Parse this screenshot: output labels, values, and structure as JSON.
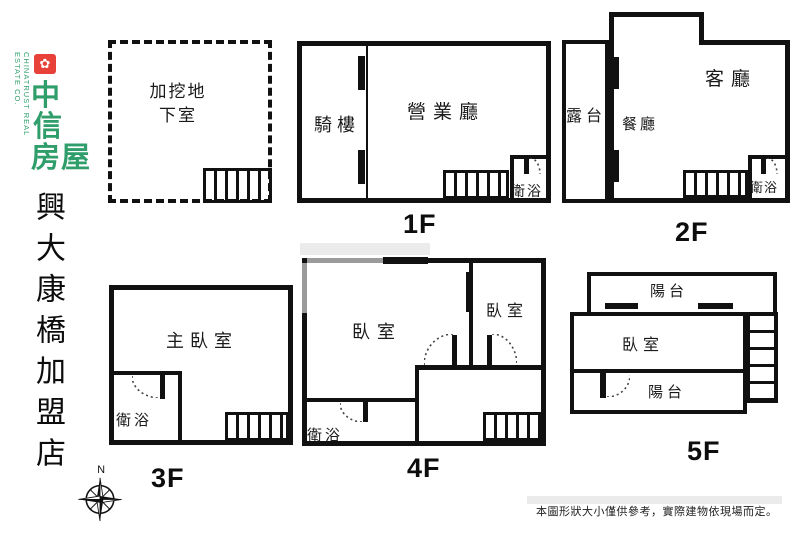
{
  "brand": {
    "english": "CHINATRUST REAL ESTATE CO.",
    "flower_glyph": "✿",
    "char1": "中",
    "char2": "信",
    "char3": "房屋",
    "office": "興大康橋加盟店",
    "colors": {
      "brand_red": "#e8413a",
      "brand_green": "#2f9e6b",
      "line": "#111111"
    }
  },
  "floors": {
    "basement": {
      "label": "加挖地\n下室"
    },
    "f1": {
      "name": "1F",
      "rooms": {
        "arcade": "騎樓",
        "hall": "營業廳",
        "bath": "衛浴"
      }
    },
    "f2": {
      "name": "2F",
      "rooms": {
        "terrace": "露台",
        "dining": "餐廳",
        "living": "客廳",
        "bath": "衛浴"
      }
    },
    "f3": {
      "name": "3F",
      "rooms": {
        "master": "主臥室",
        "bath": "衛浴"
      }
    },
    "f4": {
      "name": "4F",
      "rooms": {
        "bedroom_left": "臥室",
        "bedroom_right": "臥室",
        "bath": "衛浴"
      }
    },
    "f5": {
      "name": "5F",
      "rooms": {
        "balcony_top": "陽台",
        "bedroom": "臥室",
        "balcony_bottom": "陽台"
      }
    }
  },
  "compass": {
    "north": "N"
  },
  "footer": {
    "note": "本圖形狀大小僅供參考，實際建物依現場而定。"
  }
}
